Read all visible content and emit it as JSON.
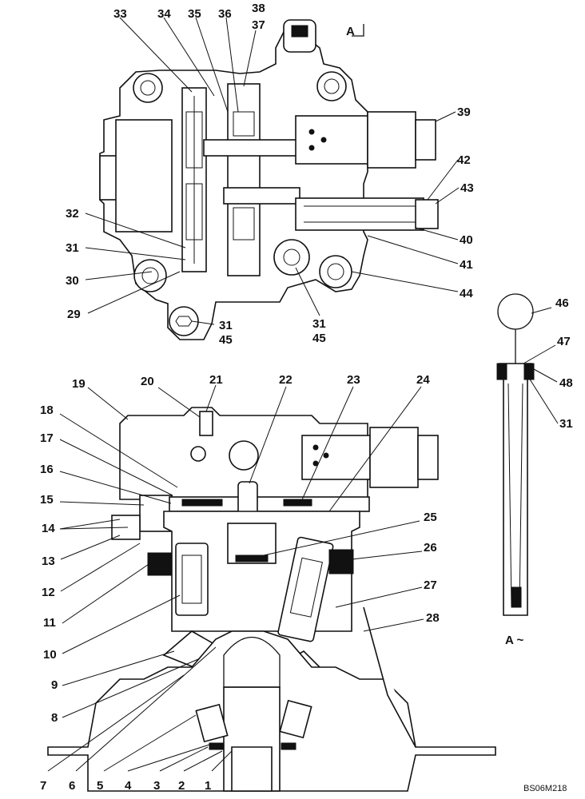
{
  "figure_code": "BS06M218",
  "view_marker": "A",
  "view_marker_detail": "A ~",
  "callouts_top": {
    "c33": "33",
    "c34": "34",
    "c35": "35",
    "c36": "36",
    "c38": "38",
    "c37": "37",
    "c39": "39",
    "c42": "42",
    "c43": "43",
    "c40": "40",
    "c41": "41",
    "c44": "44",
    "c32": "32",
    "c31a": "31",
    "c30": "30",
    "c29": "29",
    "c31b": "31",
    "c45b": "45",
    "c31c": "31",
    "c45c": "45"
  },
  "callouts_bottom": {
    "c19": "19",
    "c20": "20",
    "c21": "21",
    "c22": "22",
    "c23": "23",
    "c24": "24",
    "c18": "18",
    "c17": "17",
    "c16": "16",
    "c15": "15",
    "c14": "14",
    "c13": "13",
    "c12": "12",
    "c11": "11",
    "c10": "10",
    "c9": "9",
    "c8": "8",
    "c7": "7",
    "c6": "6",
    "c5": "5",
    "c4": "4",
    "c3": "3",
    "c2": "2",
    "c1": "1",
    "c25": "25",
    "c26": "26",
    "c27": "27",
    "c28": "28"
  },
  "callouts_detail": {
    "c46": "46",
    "c47": "47",
    "c48": "48",
    "c31d": "31"
  }
}
